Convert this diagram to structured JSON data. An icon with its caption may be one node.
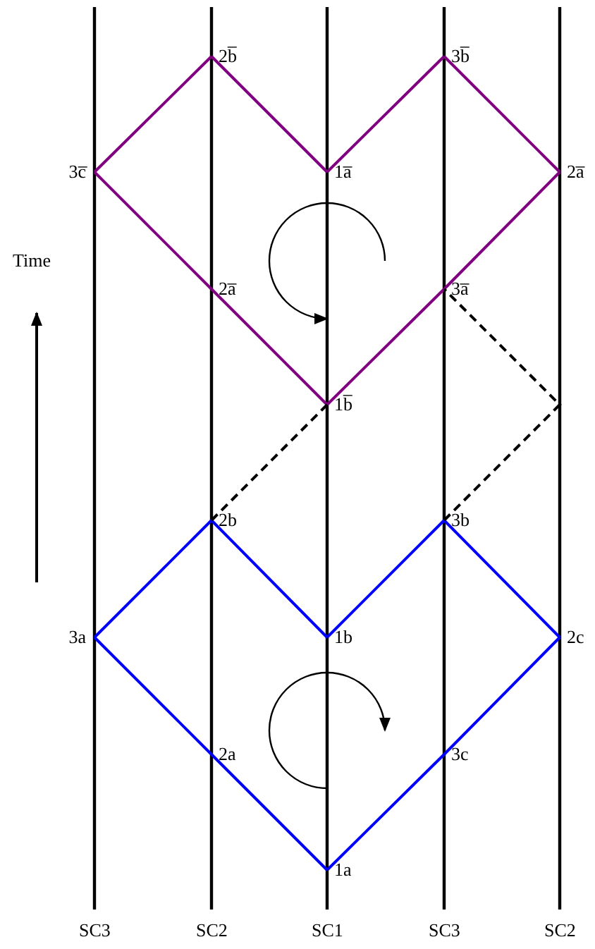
{
  "diagram": {
    "nodes": [
      {
        "text": [
          "2b̅"
        ]
      },
      {
        "text": [
          "3b̅"
        ]
      },
      {
        "text": [
          "3c̅"
        ]
      },
      {
        "text": [
          "1a̅"
        ]
      },
      {
        "text": [
          "2a̅"
        ]
      },
      {
        "text": [
          "2a̅"
        ]
      },
      {
        "text": [
          "3a̅"
        ]
      },
      {
        "text": [
          "1b̅"
        ]
      },
      {
        "text": [
          "2b"
        ]
      },
      {
        "text": [
          "3b"
        ]
      },
      {
        "text": [
          "3a"
        ]
      },
      {
        "text": [
          "1b"
        ]
      },
      {
        "text": [
          "2c"
        ]
      },
      {
        "text": [
          "2a"
        ]
      },
      {
        "text": [
          "3c"
        ]
      },
      {
        "text": [
          "1a"
        ]
      }
    ],
    "edges": [
      {
        "from": 7,
        "to": 5,
        "arrow": "none",
        "color": "#800080"
      },
      {
        "from": 5,
        "to": 2,
        "arrow": "none",
        "color": "#800080"
      },
      {
        "from": 2,
        "to": 0,
        "arrow": "none",
        "color": "#800080"
      },
      {
        "from": 0,
        "to": 3,
        "arrow": "none",
        "color": "#800080"
      },
      {
        "from": 3,
        "to": 1,
        "arrow": "none",
        "color": "#800080"
      },
      {
        "from": 1,
        "to": 4,
        "arrow": "none",
        "color": "#800080"
      },
      {
        "from": 4,
        "to": 6,
        "arrow": "none",
        "color": "#800080"
      },
      {
        "from": 6,
        "to": 7,
        "arrow": "none",
        "color": "#800080"
      },
      {
        "from": 15,
        "to": 13,
        "arrow": "none",
        "color": "#0000ff"
      },
      {
        "from": 13,
        "to": 10,
        "arrow": "none",
        "color": "#0000ff"
      },
      {
        "from": 10,
        "to": 8,
        "arrow": "none",
        "color": "#0000ff"
      },
      {
        "from": 8,
        "to": 11,
        "arrow": "none",
        "color": "#0000ff"
      },
      {
        "from": 11,
        "to": 9,
        "arrow": "none",
        "color": "#0000ff"
      },
      {
        "from": 9,
        "to": 12,
        "arrow": "none",
        "color": "#0000ff"
      },
      {
        "from": 12,
        "to": 14,
        "arrow": "none",
        "color": "#0000ff"
      },
      {
        "from": 14,
        "to": 15,
        "arrow": "none",
        "color": "#0000ff"
      },
      {
        "from": 8,
        "to": 7,
        "arrow": "none",
        "style": "dashed",
        "color": "#000000"
      },
      {
        "from": 9,
        "to": 6,
        "arrow": "none",
        "style": "dashed",
        "color": "#000000"
      }
    ],
    "labels": [
      "Time",
      "SC3",
      "SC2",
      "SC1",
      "SC3",
      "SC2"
    ]
  }
}
